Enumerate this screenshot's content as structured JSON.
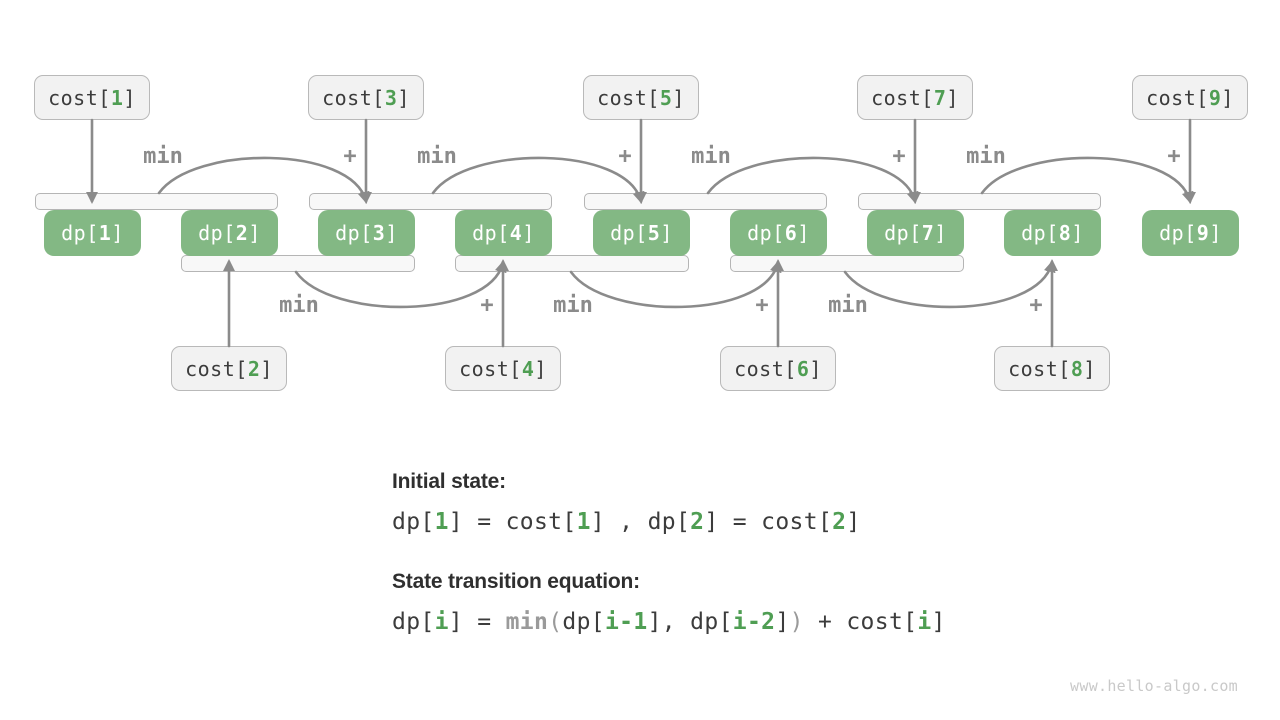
{
  "diagram": {
    "dp_prefix": "dp[",
    "dp_suffix": "]",
    "cost_prefix": "cost[",
    "cost_suffix": "]",
    "min_label": "min",
    "plus_label": "+",
    "dp_boxes": [
      {
        "n": "1"
      },
      {
        "n": "2"
      },
      {
        "n": "3"
      },
      {
        "n": "4"
      },
      {
        "n": "5"
      },
      {
        "n": "6"
      },
      {
        "n": "7"
      },
      {
        "n": "8"
      },
      {
        "n": "9"
      }
    ],
    "cost_top": [
      {
        "n": "1"
      },
      {
        "n": "3"
      },
      {
        "n": "5"
      },
      {
        "n": "7"
      },
      {
        "n": "9"
      }
    ],
    "cost_bottom": [
      {
        "n": "2"
      },
      {
        "n": "4"
      },
      {
        "n": "6"
      },
      {
        "n": "8"
      }
    ],
    "colors": {
      "dp_box_green": "#83b884",
      "number_green": "#4f9e53",
      "arrow_gray": "#8b8b8b",
      "cost_box_fill": "#f2f2f2"
    }
  },
  "equations": {
    "initial_state_heading": "Initial state:",
    "initial_state_segments": [
      {
        "t": "dp[",
        "c": "d"
      },
      {
        "t": "1",
        "c": "g"
      },
      {
        "t": "] = cost[",
        "c": "d"
      },
      {
        "t": "1",
        "c": "g"
      },
      {
        "t": "] , dp[",
        "c": "d"
      },
      {
        "t": "2",
        "c": "g"
      },
      {
        "t": "] = cost[",
        "c": "d"
      },
      {
        "t": "2",
        "c": "g"
      },
      {
        "t": "]",
        "c": "d"
      }
    ],
    "transition_heading": "State transition equation:",
    "transition_segments": [
      {
        "t": "dp[",
        "c": "d"
      },
      {
        "t": "i",
        "c": "g"
      },
      {
        "t": "] = ",
        "c": "d"
      },
      {
        "t": "min",
        "c": "yb"
      },
      {
        "t": "(",
        "c": "y"
      },
      {
        "t": "dp[",
        "c": "d"
      },
      {
        "t": "i-1",
        "c": "g"
      },
      {
        "t": "], dp[",
        "c": "d"
      },
      {
        "t": "i-2",
        "c": "g"
      },
      {
        "t": "]",
        "c": "d"
      },
      {
        "t": ")",
        "c": "y"
      },
      {
        "t": " + cost[",
        "c": "d"
      },
      {
        "t": "i",
        "c": "g"
      },
      {
        "t": "]",
        "c": "d"
      }
    ]
  },
  "footer": {
    "watermark": "www.hello-algo.com"
  }
}
